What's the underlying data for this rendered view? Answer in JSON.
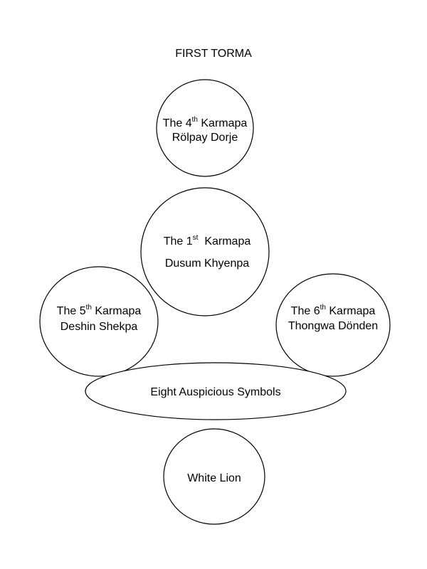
{
  "title": "FIRST TORMA",
  "nodes": {
    "karmapa_4": {
      "line1_pre": "The 4",
      "line1_sup": "th",
      "line1_post": " Karmapa",
      "line2": "Rölpay Dorje"
    },
    "karmapa_1": {
      "line1_pre": "The 1",
      "line1_sup": "st",
      "line1_post": "  Karmapa",
      "line2": "Dusum Khyenpa"
    },
    "karmapa_5": {
      "line1_pre": "The 5",
      "line1_sup": "th",
      "line1_post": " Karmapa",
      "line2": "Deshin Shekpa"
    },
    "karmapa_6": {
      "line1_pre": "The 6",
      "line1_sup": "th",
      "line1_post": " Karmapa",
      "line2": "Thongwa Dönden"
    },
    "eight_symbols": {
      "label": "Eight Auspicious Symbols"
    },
    "white_lion": {
      "label": "White Lion"
    }
  }
}
